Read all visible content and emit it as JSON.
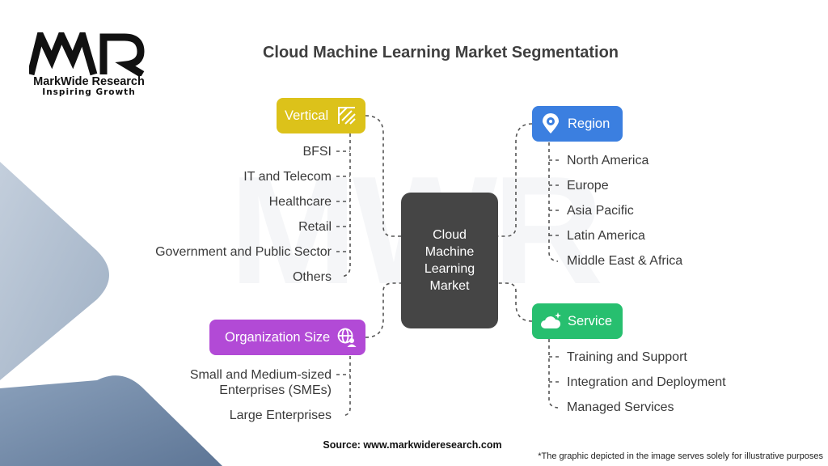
{
  "brand": {
    "name": "MarkWide Research",
    "tagline": "Inspiring Growth",
    "logo_letters": "MWR",
    "watermark_letters": "MWR"
  },
  "title": "Cloud Machine Learning Market Segmentation",
  "center": "Cloud\nMachine\nLearning\nMarket",
  "categories": {
    "vertical": {
      "label": "Vertical",
      "color": "#dcc21a",
      "icon": "diagonal-stripes-icon",
      "items": [
        "BFSI",
        "IT and Telecom",
        "Healthcare",
        "Retail",
        "Government and Public Sector",
        "Others"
      ]
    },
    "organization_size": {
      "label": "Organization Size",
      "color": "#b24ad6",
      "icon": "globe-user-icon",
      "items": [
        "Small and Medium-sized\nEnterprises (SMEs)",
        "Large Enterprises"
      ]
    },
    "region": {
      "label": "Region",
      "color": "#3b7fe0",
      "icon": "location-gear-icon",
      "items": [
        "North America",
        "Europe",
        "Asia Pacific",
        "Latin America",
        "Middle East & Africa"
      ]
    },
    "service": {
      "label": "Service",
      "color": "#27bf6f",
      "icon": "cloud-sparkle-icon",
      "items": [
        "Training and Support",
        "Integration and Deployment",
        "Managed Services"
      ]
    }
  },
  "source": "Source: www.markwideresearch.com",
  "disclaimer": "*The graphic depicted in the image serves solely for illustrative purposes"
}
